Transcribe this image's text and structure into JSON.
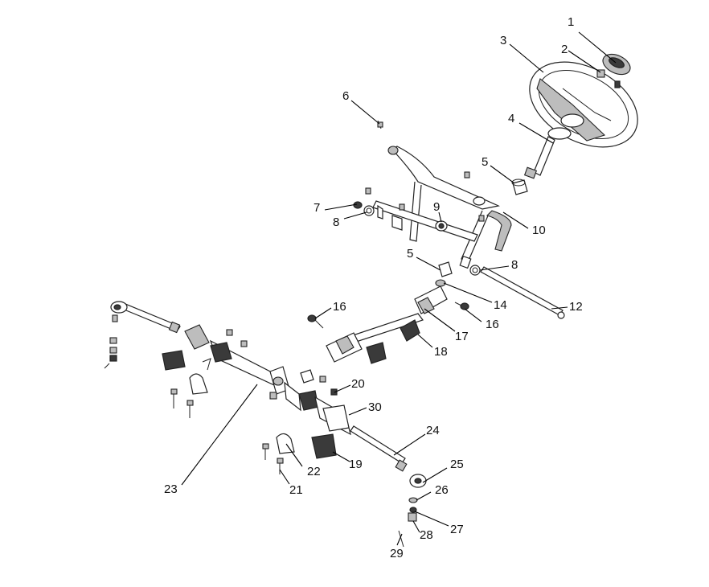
{
  "callouts": [
    "1",
    "2",
    "3",
    "4",
    "5",
    "6",
    "7",
    "8",
    "9",
    "10",
    "12",
    "14",
    "16",
    "17",
    "18",
    "20",
    "22",
    "23",
    "24",
    "25",
    "26",
    "27",
    "28",
    "29",
    "30",
    "19",
    "21"
  ],
  "labels": {
    "c1": "1",
    "c2": "2",
    "c3": "3",
    "c4": "4",
    "c5a": "5",
    "c5b": "5",
    "c6": "6",
    "c7": "7",
    "c8a": "8",
    "c8b": "8",
    "c9": "9",
    "c10": "10",
    "c12": "12",
    "c14": "14",
    "c16a": "16",
    "c16b": "16",
    "c17": "17",
    "c18": "18",
    "c19": "19",
    "c20": "20",
    "c21": "21",
    "c22": "22",
    "c23": "23",
    "c24": "24",
    "c25": "25",
    "c26": "26",
    "c27": "27",
    "c28": "28",
    "c29": "29",
    "c30": "30"
  },
  "colors": {
    "line": "#000000",
    "fill": "#ffffff",
    "shade": "#3a3a3a"
  }
}
